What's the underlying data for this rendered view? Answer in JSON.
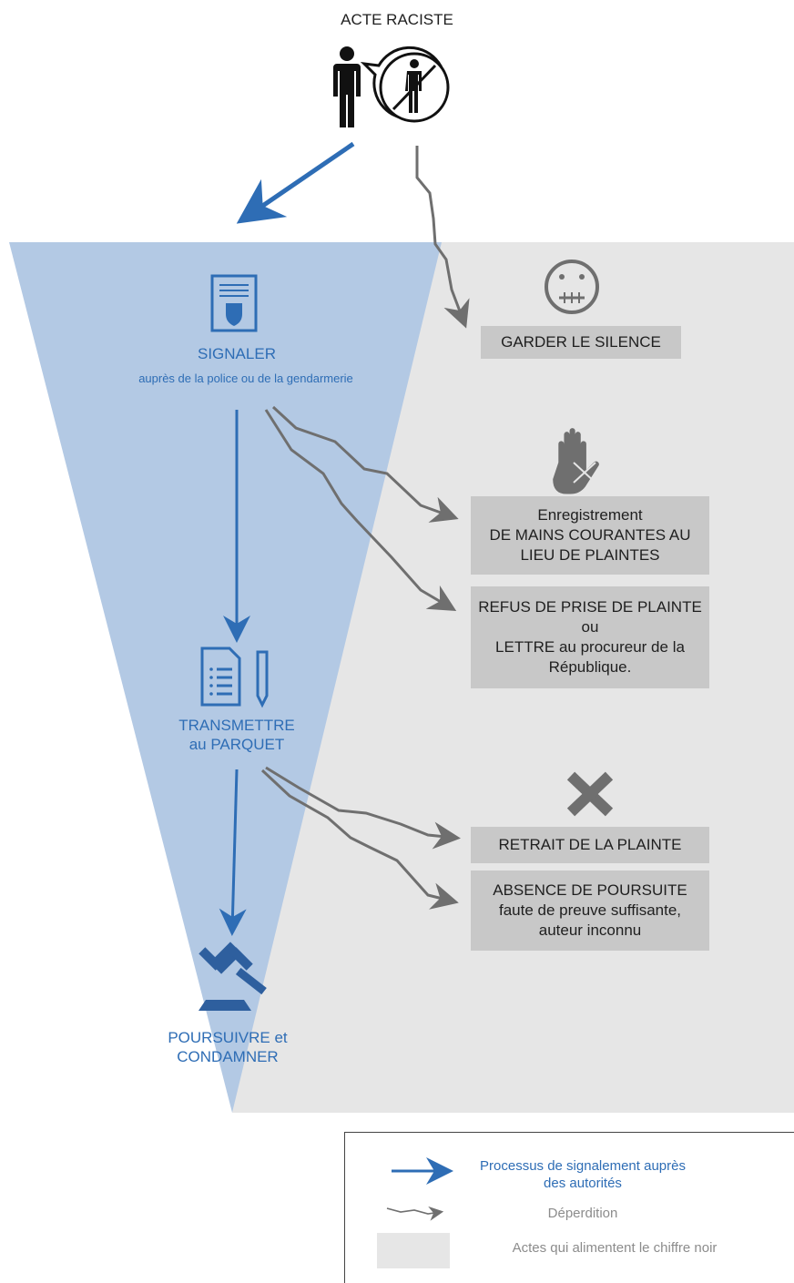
{
  "title": "ACTE RACISTE",
  "steps": {
    "signaler": {
      "label": "SIGNALER",
      "sublabel": "auprès de la police ou de la gendarmerie"
    },
    "transmettre": {
      "line1": "TRANSMETTRE",
      "line2": "au PARQUET"
    },
    "poursuivre": {
      "line1": "POURSUIVRE et",
      "line2": "CONDAMNER"
    }
  },
  "outcomes": {
    "silence": "GARDER LE SILENCE",
    "mains_courantes": {
      "line1": "Enregistrement",
      "line2": "DE MAINS COURANTES AU",
      "line3": "LIEU DE PLAINTES"
    },
    "refus": {
      "line1": "REFUS DE PRISE DE PLAINTE",
      "line2": "ou",
      "line3": "LETTRE au procureur de la",
      "line4": "République."
    },
    "retrait": "RETRAIT DE LA PLAINTE",
    "absence": {
      "line1": "ABSENCE DE  POURSUITE",
      "line2": "faute de preuve  suffisante,",
      "line3": "auteur inconnu"
    }
  },
  "legend": {
    "process_label_1": "Processus de signalement auprès",
    "process_label_2": "des autorités",
    "deperdition_label": "Déperdition",
    "dark_figure_label": "Actes qui alimentent le chiffre noir"
  },
  "colors": {
    "blue": "#2e6db5",
    "funnel_blue": "#b3c9e4",
    "grey_area": "#e6e6e6",
    "box_grey": "#c8c8c8",
    "loss_arrow": "#6f6f6f"
  },
  "icons": [
    "person-icon",
    "speech-bubble-icon",
    "prohibited-person-icon",
    "report-document-icon",
    "muted-face-icon",
    "stop-hand-icon",
    "file-pen-icon",
    "cross-icon",
    "gavel-icon"
  ]
}
